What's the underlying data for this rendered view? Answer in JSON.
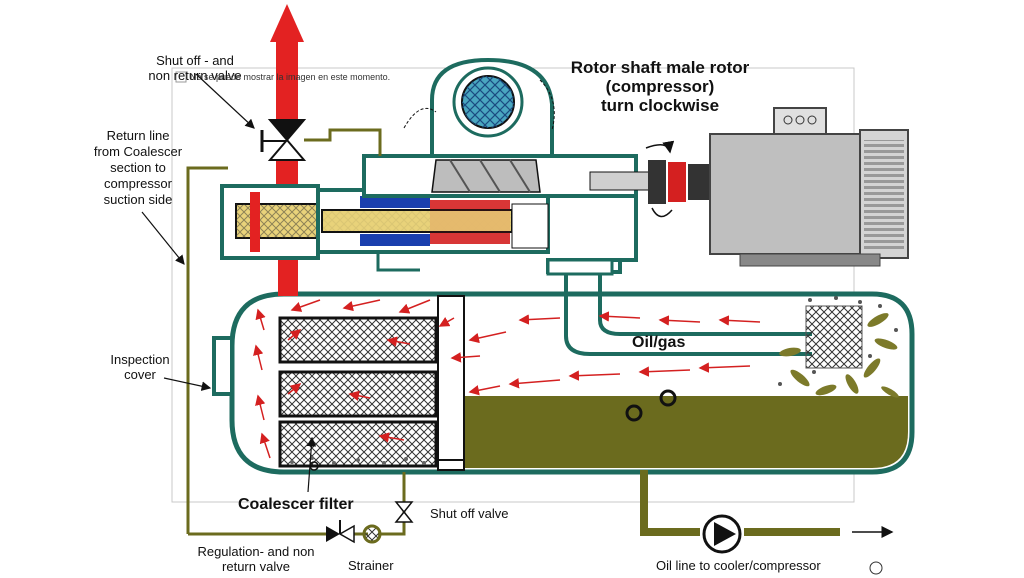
{
  "labels": {
    "shutoff_nonreturn": "Shut off - and\nnon return valve",
    "rotor_shaft": "Rotor shaft male rotor\n(compressor)\nturn clockwise",
    "return_line": "Return line\nfrom Coalescer\nsection to\ncompressor\nsuction side",
    "inspection_cover": "Inspection\ncover",
    "oil_gas": "Oil/gas",
    "coalescer_filter": "Coalescer filter",
    "shut_off_valve": "Shut off valve",
    "regulation_valve": "Regulation- and non\nreturn valve",
    "strainer": "Strainer",
    "oil_line": "Oil line to cooler/compressor",
    "image_placeholder": "No se puede mostrar la imagen en este momento."
  },
  "colors": {
    "vessel_oil": "#6b6b1e",
    "discharge_pipe": "#e32222",
    "steel_outline": "#1d6b5f",
    "motor_body": "#bfbfbf",
    "flow_arrows": "#d42020",
    "filter_element": "#e8d27a"
  }
}
